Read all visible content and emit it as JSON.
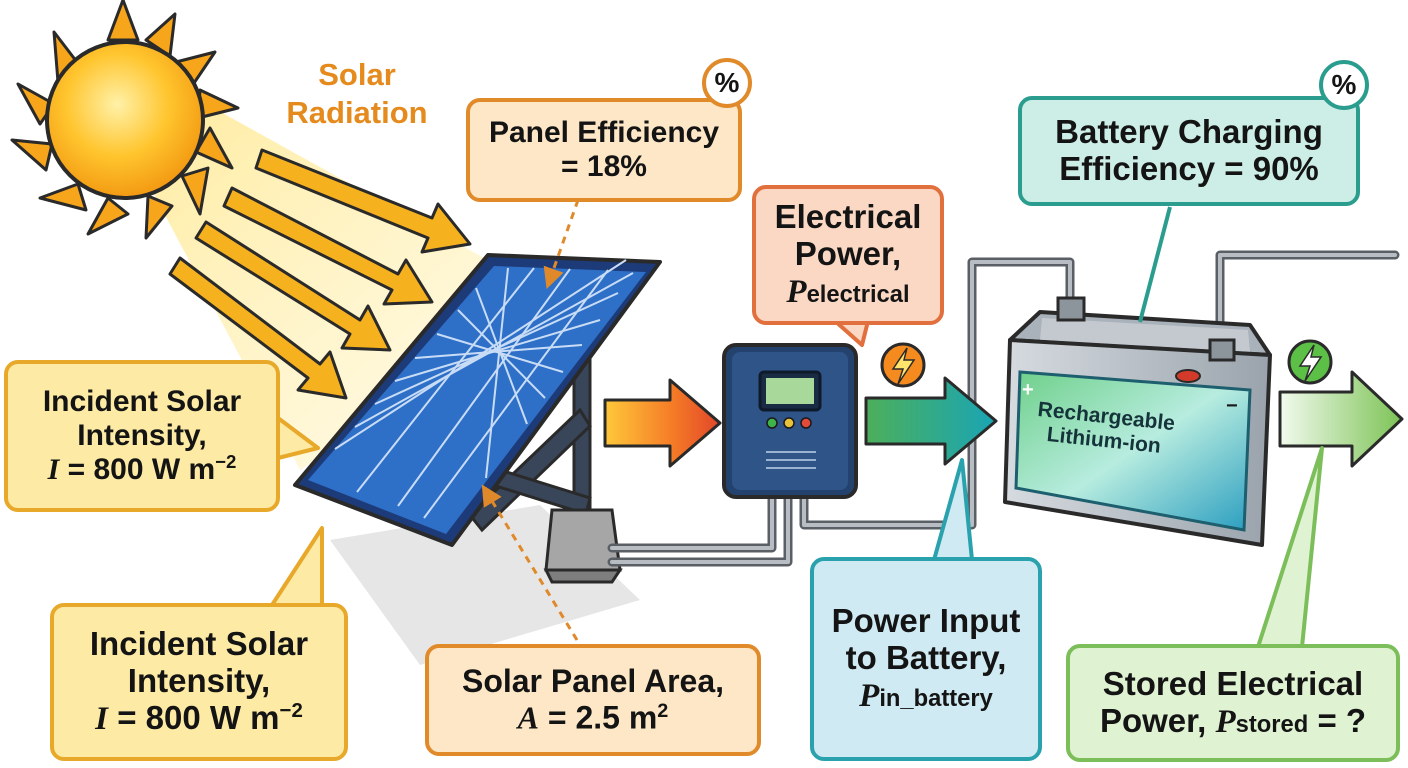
{
  "title_label": {
    "line1": "Solar",
    "line2": "Radiation"
  },
  "panel_efficiency": {
    "line1": "Panel Efficiency",
    "line2": "= 18%",
    "badge": "%"
  },
  "electrical_power": {
    "line1": "Electrical",
    "line2": "Power,",
    "symbol": "P",
    "subscript": "electrical"
  },
  "battery_charging": {
    "line1": "Battery Charging",
    "line2": "Efficiency = 90%",
    "badge": "%"
  },
  "incident_top": {
    "line1": "Incident Solar",
    "line2": "Intensity,",
    "symbol": "I",
    "value": "= 800 W m",
    "exponent": "−2"
  },
  "incident_bottom": {
    "line1": "Incident Solar",
    "line2": "Intensity,",
    "symbol": "I",
    "value": "= 800 W m",
    "exponent": "−2"
  },
  "panel_area": {
    "line1": "Solar Panel Area,",
    "symbol": "A",
    "value": "= 2.5 m",
    "exponent": "2"
  },
  "power_input": {
    "line1": "Power Input",
    "line2": "to Battery,",
    "symbol": "P",
    "subscript": "in_battery"
  },
  "stored_power": {
    "line1": "Stored Electrical",
    "line2_prefix": "Power,",
    "symbol": "P",
    "subscript": "stored",
    "suffix": "= ?"
  },
  "battery_label": {
    "line1": "Rechargeable",
    "line2": "Lithium-ion",
    "plus": "+",
    "minus": "−"
  },
  "icons": [
    "sun-icon",
    "solar-panel-icon",
    "charge-controller-icon",
    "battery-icon",
    "lightning-icon",
    "percent-badge-icon"
  ],
  "colors": {
    "orange": "#e08a2a",
    "teal": "#2a9d8f",
    "green": "#7cbe5a",
    "panel_blue": "#1f4f9a",
    "controller_navy": "#23426e"
  }
}
